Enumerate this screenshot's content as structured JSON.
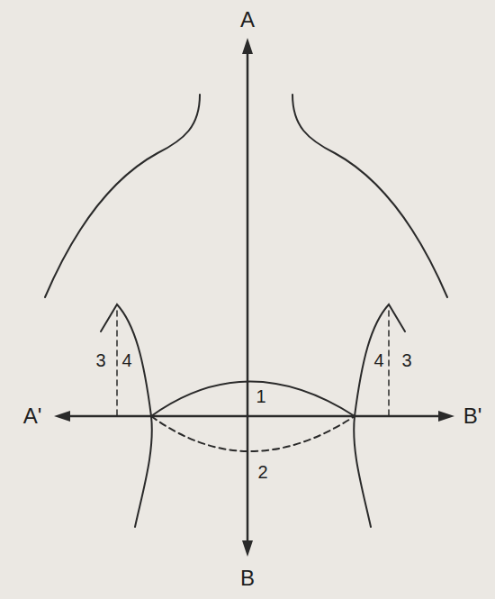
{
  "diagram": {
    "labels": [
      "A",
      "3",
      "4",
      "4",
      "3",
      "A'",
      "1",
      "B'",
      "2",
      "B"
    ]
  }
}
